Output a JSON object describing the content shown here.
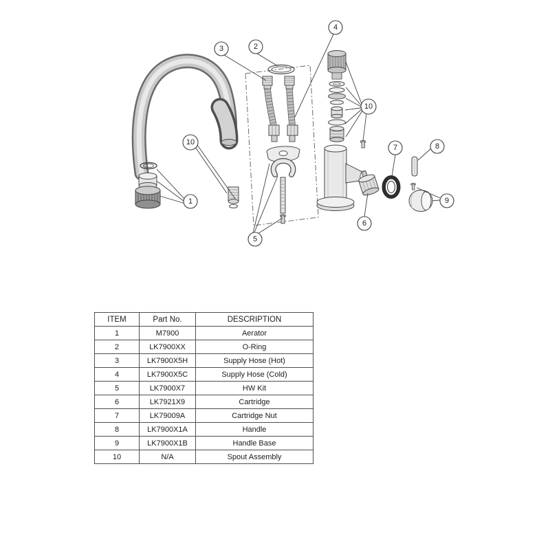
{
  "diagram": {
    "callouts": {
      "c1": "1",
      "c2": "2",
      "c3": "3",
      "c4": "4",
      "c5": "5",
      "c6": "6",
      "c7": "7",
      "c8": "8",
      "c9": "9",
      "c10_left": "10",
      "c10_right": "10"
    }
  },
  "table": {
    "headers": [
      "ITEM",
      "Part No.",
      "DESCRIPTION"
    ],
    "rows": [
      {
        "item": "1",
        "part": "M7900",
        "desc": "Aerator"
      },
      {
        "item": "2",
        "part": "LK7900XX",
        "desc": "O-Ring"
      },
      {
        "item": "3",
        "part": "LK7900X5H",
        "desc": "Supply Hose (Hot)"
      },
      {
        "item": "4",
        "part": "LK7900X5C",
        "desc": "Supply Hose (Cold)"
      },
      {
        "item": "5",
        "part": "LK7900X7",
        "desc": "HW Kit"
      },
      {
        "item": "6",
        "part": "LK7921X9",
        "desc": "Cartridge"
      },
      {
        "item": "7",
        "part": "LK79009A",
        "desc": "Cartridge Nut"
      },
      {
        "item": "8",
        "part": "LK7900X1A",
        "desc": "Handle"
      },
      {
        "item": "9",
        "part": "LK7900X1B",
        "desc": "Handle Base"
      },
      {
        "item": "10",
        "part": "N/A",
        "desc": "Spout Assembly"
      }
    ]
  }
}
